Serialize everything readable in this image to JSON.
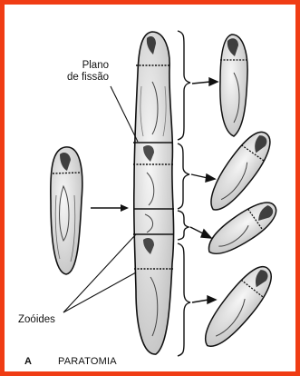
{
  "labels": {
    "fission_plane_line1": "Plano",
    "fission_plane_line2": "de fissão",
    "zooids": "Zoóides",
    "panel_letter": "A",
    "panel_title": "PARATOMIA"
  },
  "colors": {
    "frame_border": "#f03c14",
    "ink": "#111111",
    "worm_fill": "#ededed"
  }
}
